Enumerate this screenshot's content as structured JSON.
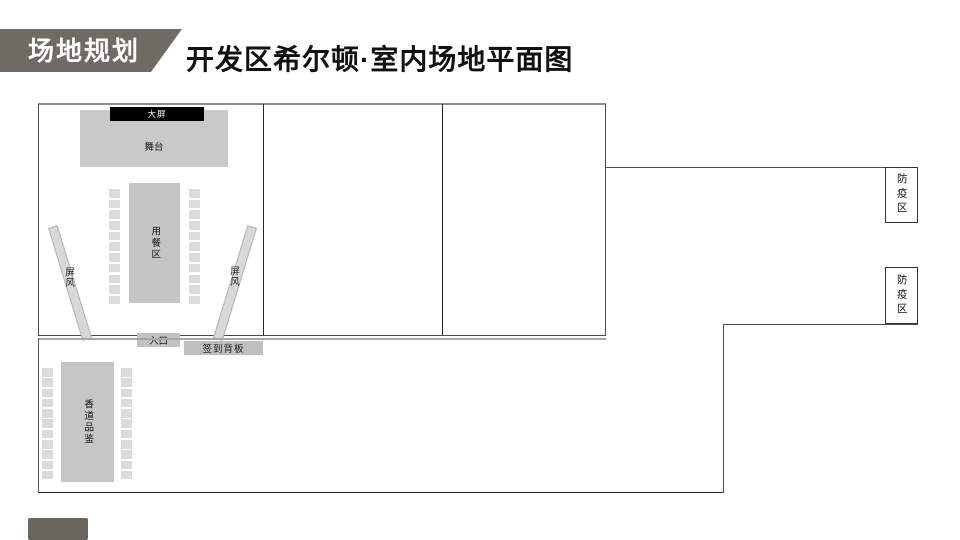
{
  "header": {
    "badge": "场地规划",
    "title": "开发区希尔顿·室内场地平面图"
  },
  "colors": {
    "badge_bg": "#6F6A64",
    "big_screen_bg": "#000000",
    "stage_fill": "#C9C9C9",
    "table_fill": "#C5C5C5",
    "chair_fill": "#DBDBDB",
    "wall": "#4D4D4D"
  },
  "plan": {
    "big_screen_label": "大屏",
    "stage_label": "舞台",
    "dining_label": "用餐区",
    "screen_left_label": "屏风",
    "screen_right_label": "屏风",
    "entrance_label": "入口",
    "signin_label": "签到背板",
    "quarantine1_label": "防疫区",
    "quarantine2_label": "防疫区",
    "incense_label": "香道品鉴",
    "dining_seats_per_side": 11,
    "incense_seats_per_side": 11
  }
}
